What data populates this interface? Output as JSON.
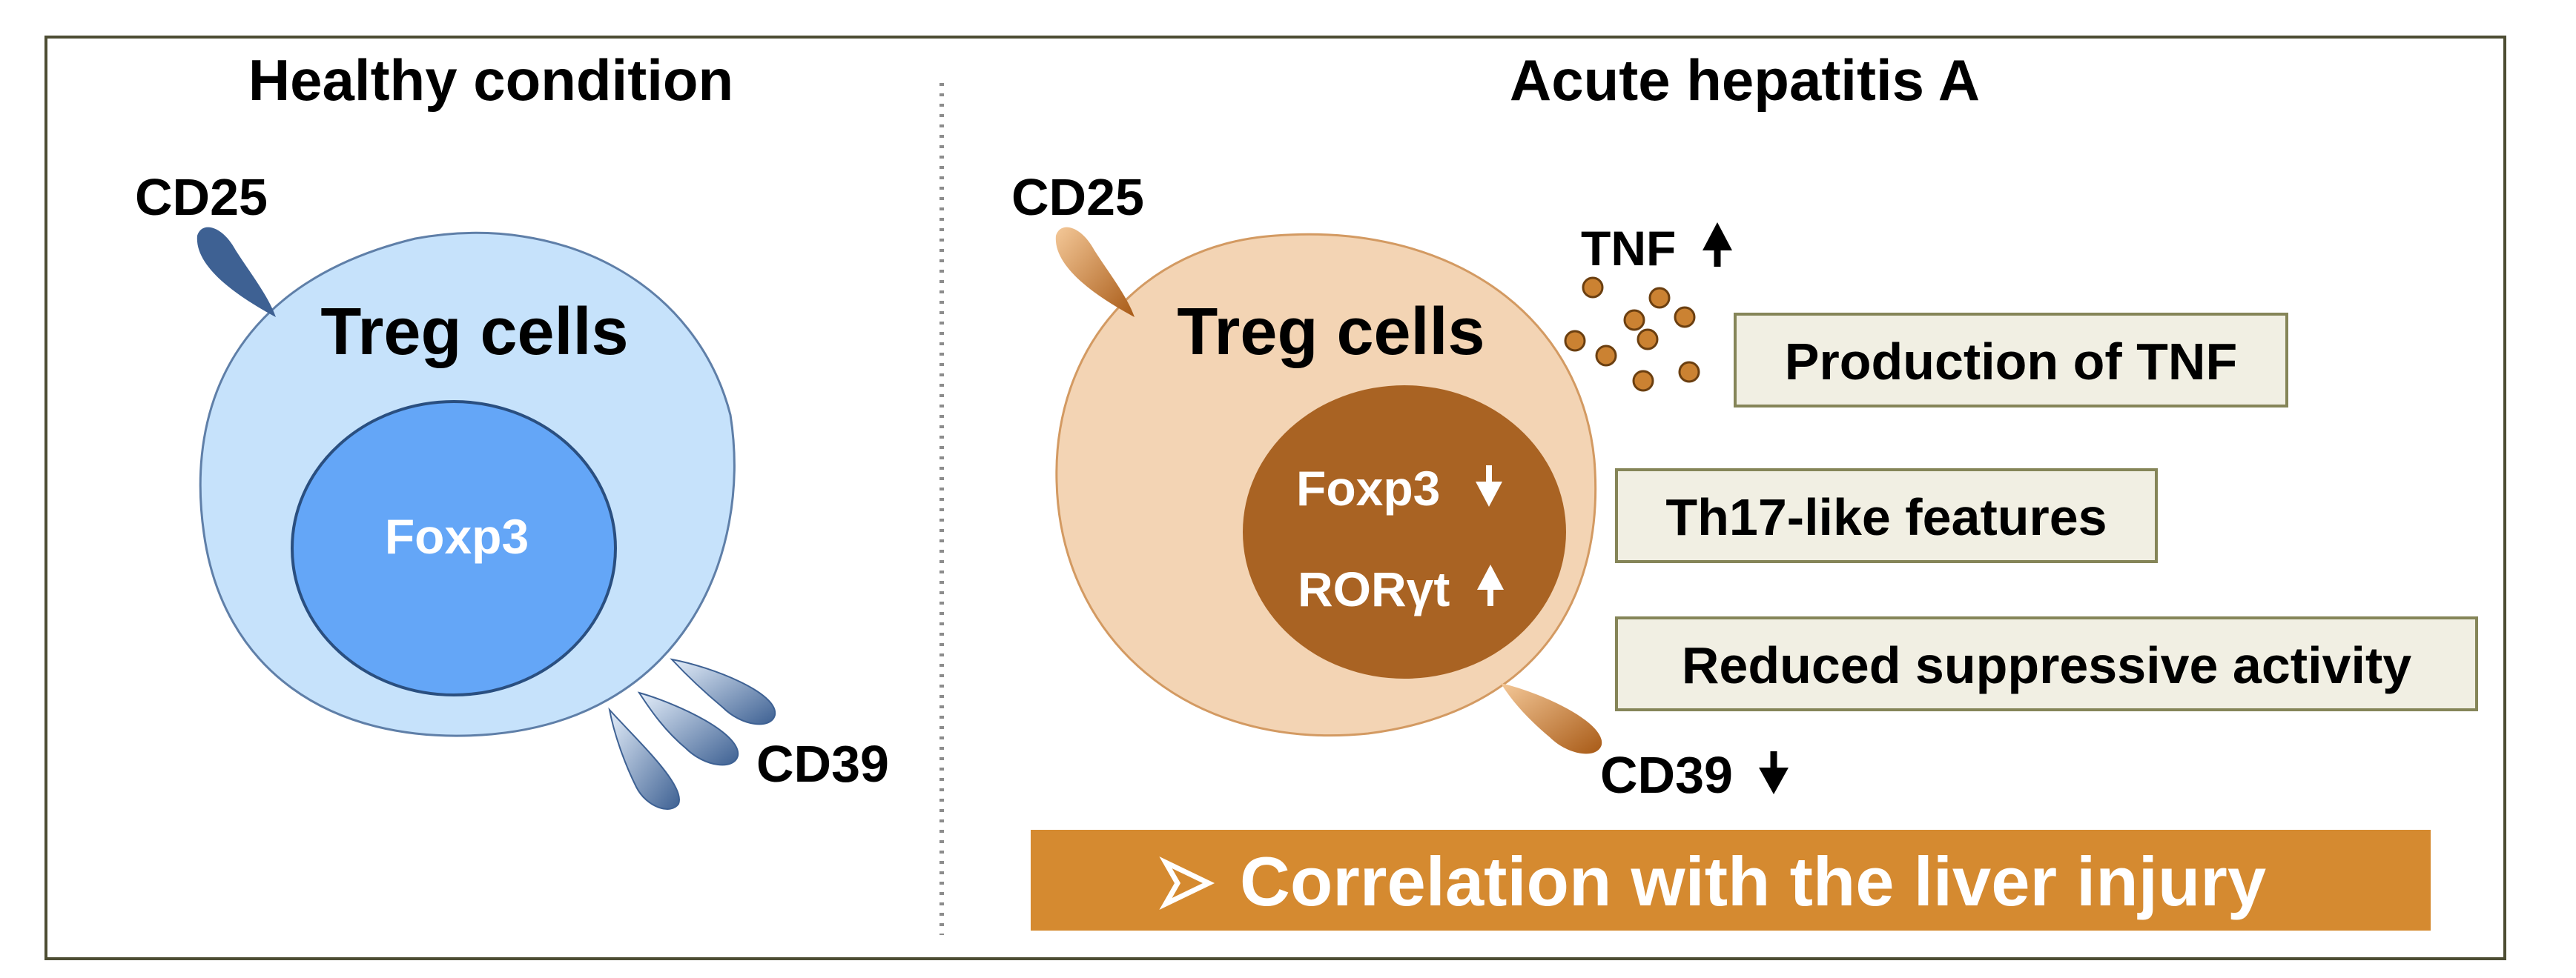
{
  "panels": {
    "healthy": {
      "title": "Healthy condition",
      "cell_label": "Treg cells",
      "nucleus_label": "Foxp3",
      "marker_cd25": "CD25",
      "marker_cd39": "CD39"
    },
    "hepatitis": {
      "title": "Acute hepatitis A",
      "cell_label": "Treg cells",
      "nucleus_label_1": "Foxp3",
      "nucleus_label_2": "RORγt",
      "marker_cd25": "CD25",
      "marker_cd39": "CD39",
      "tnf_label": "TNF",
      "features": [
        "Production of TNF",
        "Th17-like features",
        "Reduced suppressive activity"
      ],
      "banner": "Correlation with the liver injury"
    }
  },
  "colors": {
    "frame": "#4d4d33",
    "divider": "#8c8c8c",
    "healthy_cell": "#c6e2fb",
    "healthy_cell_stroke": "#5f7fa8",
    "healthy_nucleus": "#64a6f7",
    "healthy_nucleus_stroke": "#2a4f80",
    "healthy_receptor": "#3e6193",
    "hepatitis_cell": "#f3d4b4",
    "hepatitis_cell_stroke": "#d39a62",
    "hepatitis_nucleus": "#a96323",
    "hepatitis_receptor": "#b8671f",
    "tnf_dot": "#cb8232",
    "feature_box": "#f1efe3",
    "feature_box_stroke": "#858558",
    "banner": "#d58a30",
    "text": "#000000",
    "text_light": "#ffffff"
  },
  "icons": [
    "arrow-up-icon",
    "arrow-down-icon",
    "arrowhead-bullet-icon"
  ]
}
